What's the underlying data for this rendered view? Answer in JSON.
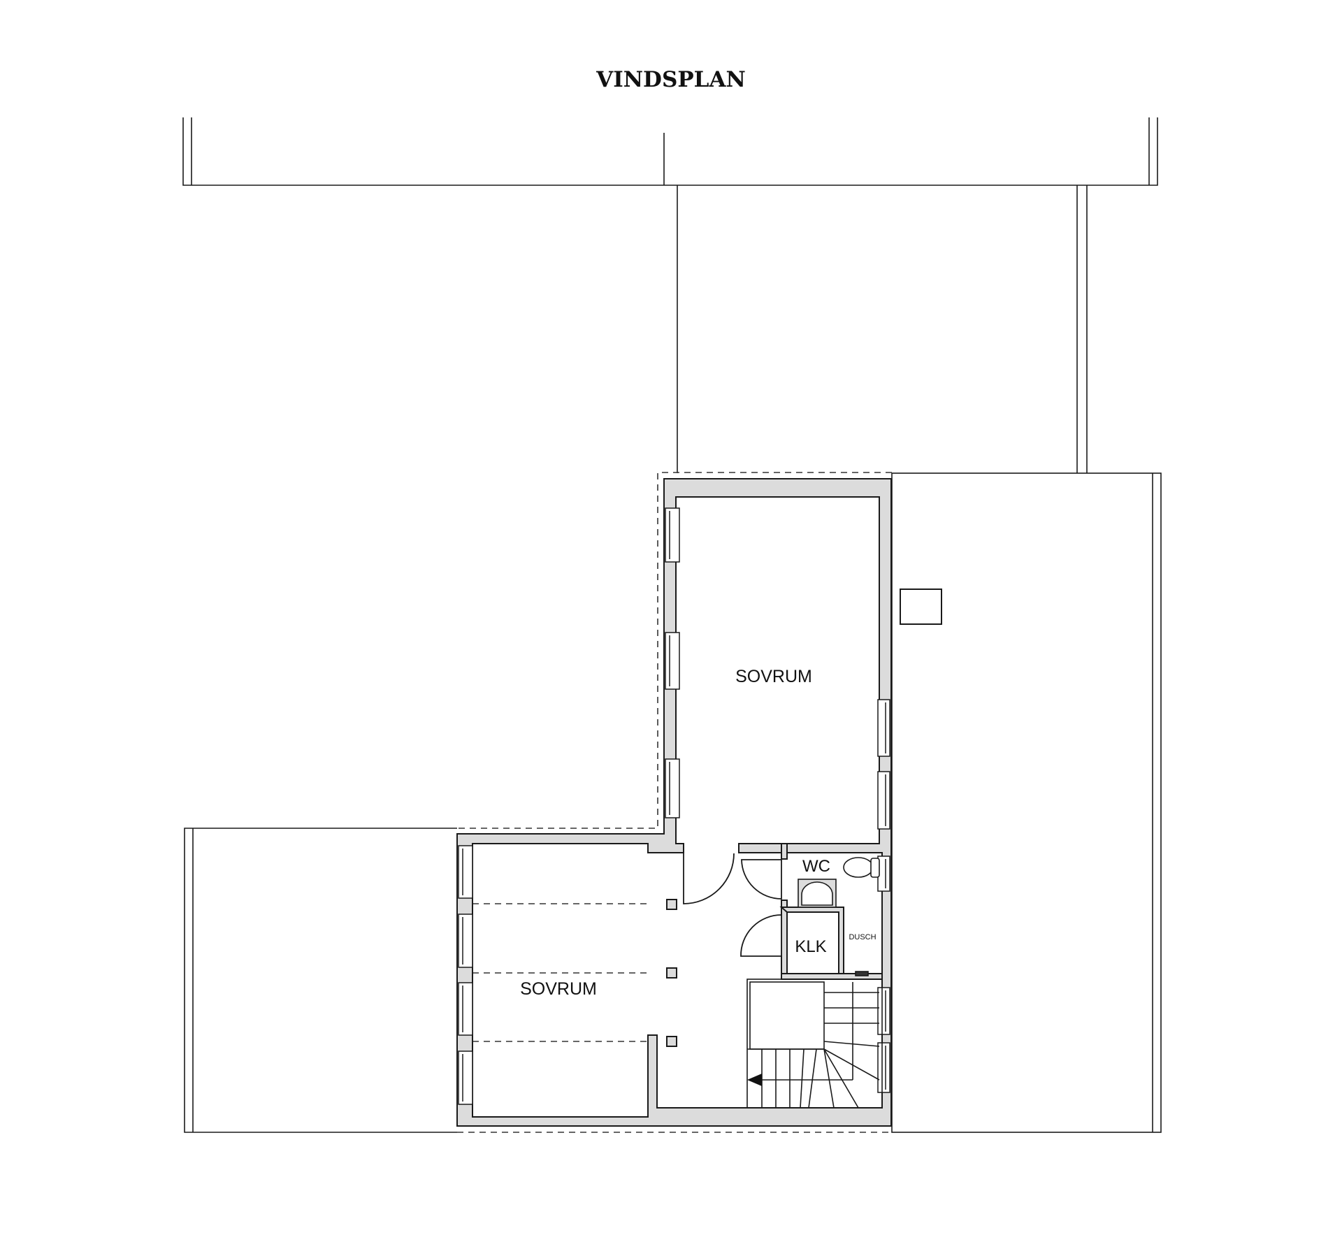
{
  "title": "VINDSPLAN",
  "rooms": [
    {
      "label": "SOVRUM",
      "id": "upper-bedroom"
    },
    {
      "label": "SOVRUM",
      "id": "lower-bedroom"
    },
    {
      "label": "WC",
      "id": "wc"
    },
    {
      "label": "KLK",
      "id": "closet"
    },
    {
      "label": "DUSCH",
      "id": "shower"
    }
  ],
  "colors": {
    "wall_fill": "#dcdcdc",
    "line": "#1a1a1a",
    "background": "#ffffff"
  }
}
